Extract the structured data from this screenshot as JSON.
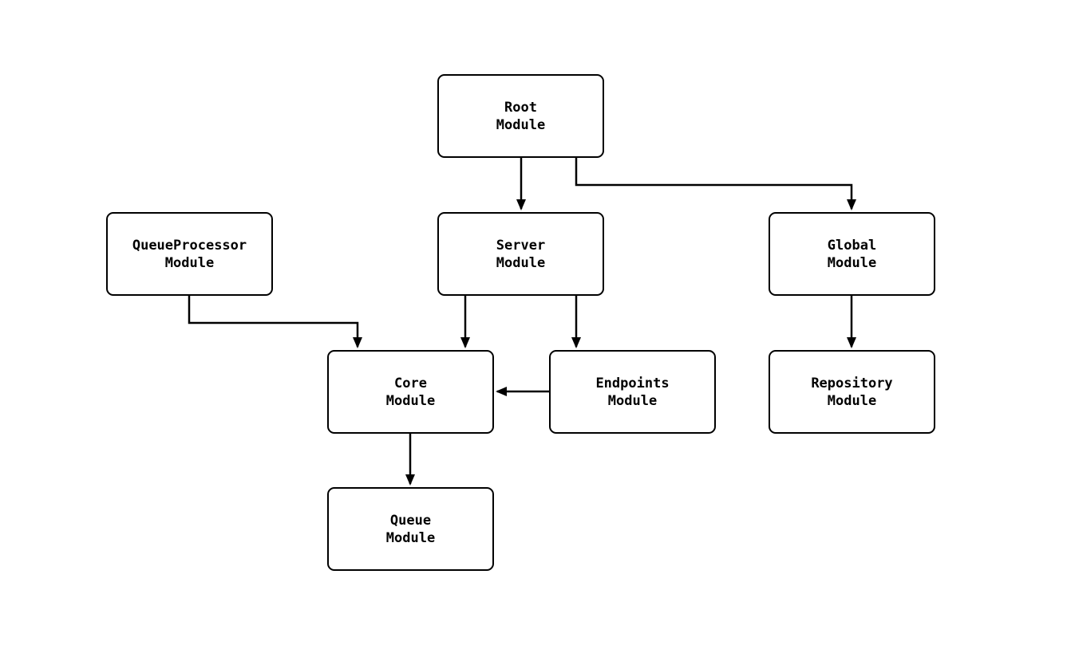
{
  "diagram": {
    "type": "module-dependency-diagram",
    "colors": {
      "background": "#ffffff",
      "node_fill": "#ffffff",
      "node_border": "#000000",
      "edge": "#000000",
      "text": "#000000"
    },
    "nodes": {
      "root": {
        "line1": "Root",
        "line2": "Module"
      },
      "server": {
        "line1": "Server",
        "line2": "Module"
      },
      "queueprocessor": {
        "line1": "QueueProcessor",
        "line2": "Module"
      },
      "global": {
        "line1": "Global",
        "line2": "Module"
      },
      "core": {
        "line1": "Core",
        "line2": "Module"
      },
      "endpoints": {
        "line1": "Endpoints",
        "line2": "Module"
      },
      "repository": {
        "line1": "Repository",
        "line2": "Module"
      },
      "queue": {
        "line1": "Queue",
        "line2": "Module"
      }
    },
    "edges": [
      {
        "from": "Root Module",
        "to": "Server Module"
      },
      {
        "from": "Root Module",
        "to": "Global Module"
      },
      {
        "from": "QueueProcessor Module",
        "to": "Core Module"
      },
      {
        "from": "Server Module",
        "to": "Core Module"
      },
      {
        "from": "Server Module",
        "to": "Endpoints Module"
      },
      {
        "from": "Endpoints Module",
        "to": "Core Module"
      },
      {
        "from": "Global Module",
        "to": "Repository Module"
      },
      {
        "from": "Core Module",
        "to": "Queue Module"
      }
    ]
  }
}
